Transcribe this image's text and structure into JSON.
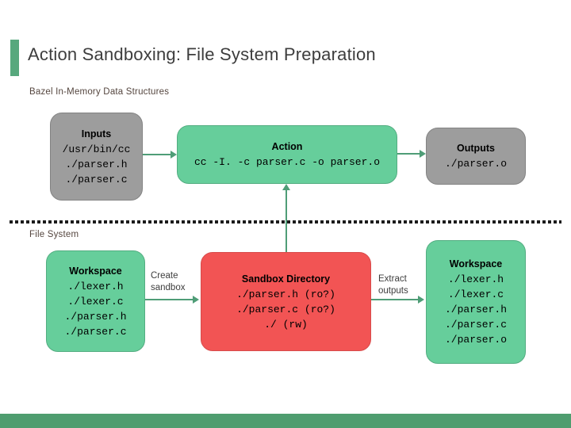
{
  "slide": {
    "title": "Action Sandboxing: File System Preparation",
    "section_top_label": "Bazel In-Memory Data Structures",
    "section_bottom_label": "File System"
  },
  "top_row": {
    "inputs_box": {
      "title": "Inputs",
      "lines": [
        "/usr/bin/cc",
        "./parser.h",
        "./parser.c"
      ]
    },
    "action_box": {
      "title": "Action",
      "command": "cc -I. -c parser.c -o parser.o"
    },
    "outputs_box": {
      "title": "Outputs",
      "lines": [
        "./parser.o"
      ]
    }
  },
  "bottom_row": {
    "workspace_before_box": {
      "title": "Workspace",
      "lines": [
        "./lexer.h",
        "./lexer.c",
        "./parser.h",
        "./parser.c"
      ]
    },
    "create_sandbox_label": [
      "Create",
      "sandbox"
    ],
    "sandbox_box": {
      "title": "Sandbox Directory",
      "lines": [
        "./parser.h (ro?)",
        "./parser.c (ro?)",
        "./ (rw)"
      ]
    },
    "extract_outputs_label": [
      "Extract",
      "outputs"
    ],
    "workspace_after_box": {
      "title": "Workspace",
      "lines": [
        "./lexer.h",
        "./lexer.c",
        "./parser.h",
        "./parser.c",
        "./parser.o"
      ]
    }
  },
  "colors": {
    "accent_green": "#57a87d",
    "box_green": "#66ce9b",
    "box_gray": "#9d9d9d",
    "box_red": "#f25454",
    "arrow_green": "#4f9d77",
    "footer_green": "#4f9d6f",
    "section_label_color": "#55463f",
    "title_color": "#3d3d3d"
  }
}
